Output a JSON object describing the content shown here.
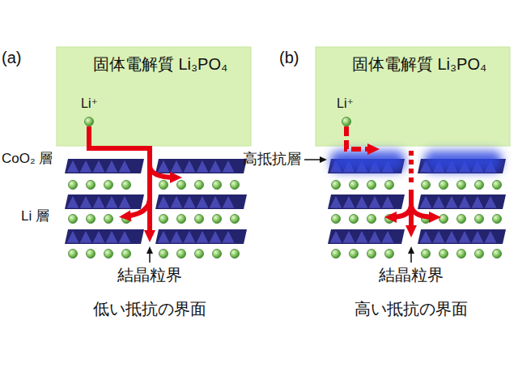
{
  "diagram": {
    "nodes": [
      {
        "text": [
          "固体電解質 Li₃PO₄",
          "Li⁺"
        ]
      },
      {
        "text": [
          "固体電解質 Li₃PO₄",
          "Li⁺"
        ]
      }
    ],
    "labels": [
      "(a)",
      "(b)",
      "CoO₂ 層",
      "Li 層",
      "高抵抗層",
      "結晶粒界",
      "結晶粒界",
      "低い抵抗の界面",
      "高い抵抗の界面"
    ]
  }
}
